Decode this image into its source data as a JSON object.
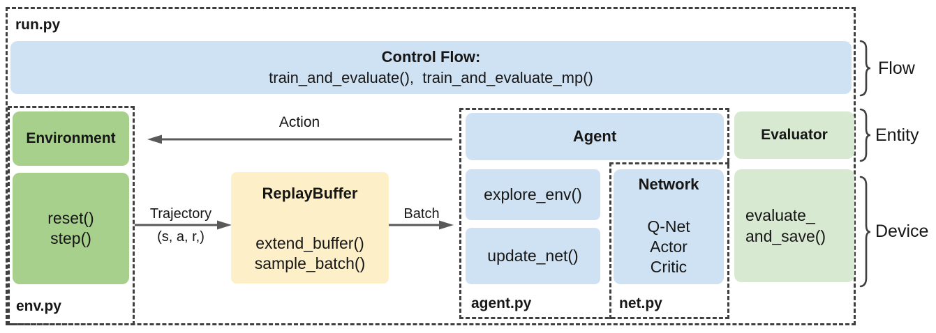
{
  "colors": {
    "blue": "#cfe2f3",
    "green": "#a8d08d",
    "light_green": "#d8e9d1",
    "yellow": "#fdf0c9",
    "border": "#3f3f3f",
    "arrow": "#595959",
    "text": "#161616"
  },
  "run_module": {
    "label": "run.py"
  },
  "control_flow": {
    "title": "Control Flow:",
    "functions": "train_and_evaluate(),  train_and_evaluate_mp()"
  },
  "env_module": {
    "label": "env.py",
    "entity": "Environment",
    "methods": [
      "reset()",
      "step()"
    ]
  },
  "replay_buffer": {
    "title": "ReplayBuffer",
    "methods": [
      "extend_buffer()",
      "sample_batch()"
    ]
  },
  "agent_module": {
    "label": "agent.py",
    "entity": "Agent",
    "methods": [
      "explore_env()",
      "update_net()"
    ]
  },
  "net_module": {
    "label": "net.py",
    "entity": "Network",
    "networks": [
      "Q-Net",
      "Actor",
      "Critic"
    ]
  },
  "evaluator": {
    "entity": "Evaluator",
    "method_lines": [
      "evaluate_",
      "and_save()"
    ]
  },
  "arrows": {
    "action": {
      "label": "Action"
    },
    "trajectory": {
      "label": "Trajectory",
      "sublabel": "(s, a, r,)"
    },
    "batch": {
      "label": "Batch"
    }
  },
  "braces": [
    {
      "label": "Flow"
    },
    {
      "label": "Entity"
    },
    {
      "label": "Device"
    }
  ]
}
